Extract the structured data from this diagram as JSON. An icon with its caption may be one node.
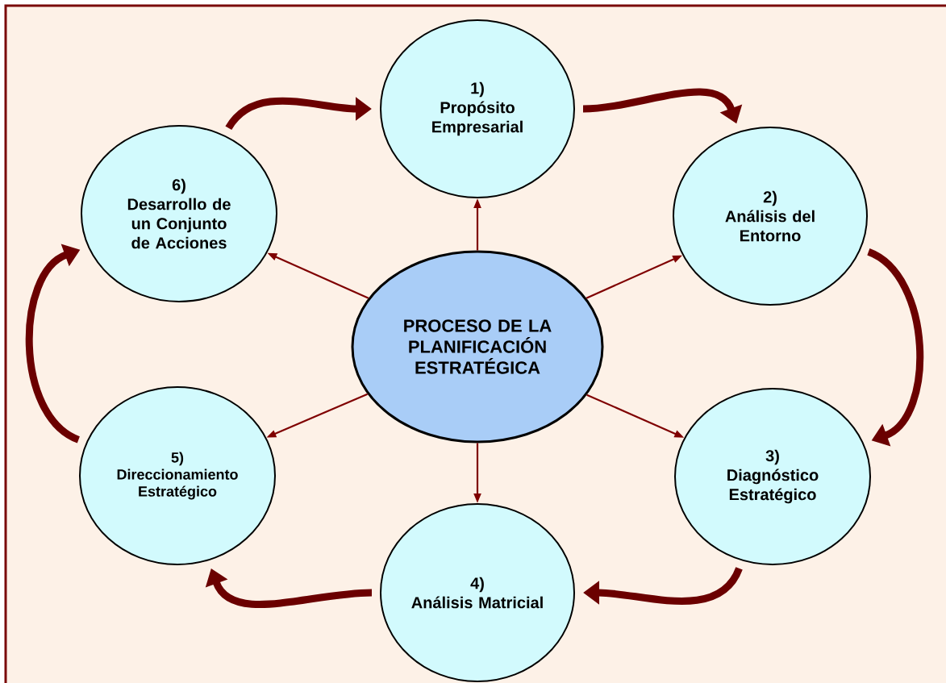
{
  "diagram": {
    "nodes": [
      {
        "text": [
          "PROCESO DE LA PLANIFICACIÓN ESTRATÉGICA"
        ]
      },
      {
        "text": [
          "1)",
          "Propósito Empresarial"
        ]
      },
      {
        "text": [
          "2)",
          "Análisis del Entorno"
        ]
      },
      {
        "text": [
          "3)",
          "Diagnóstico Estratégico"
        ]
      },
      {
        "text": [
          "4)",
          "Análisis Matricial"
        ]
      },
      {
        "text": [
          "5)",
          "Direccionamiento Estratégico"
        ]
      },
      {
        "text": [
          "6)",
          "Desarrollo de un Conjunto de Acciones"
        ]
      }
    ],
    "edges": [
      {
        "from": 0,
        "to": 1,
        "arrow": "to"
      },
      {
        "from": 0,
        "to": 2,
        "arrow": "to"
      },
      {
        "from": 0,
        "to": 3,
        "arrow": "to"
      },
      {
        "from": 0,
        "to": 4,
        "arrow": "to"
      },
      {
        "from": 0,
        "to": 5,
        "arrow": "to"
      },
      {
        "from": 0,
        "to": 6,
        "arrow": "to"
      },
      {
        "from": 6,
        "to": 1,
        "arrow": "to",
        "style": "thick"
      },
      {
        "from": 1,
        "to": 2,
        "arrow": "to",
        "style": "thick"
      },
      {
        "from": 2,
        "to": 3,
        "arrow": "to",
        "style": "thick"
      },
      {
        "from": 3,
        "to": 4,
        "arrow": "to",
        "style": "thick"
      },
      {
        "from": 4,
        "to": 5,
        "arrow": "to",
        "style": "thick"
      },
      {
        "from": 5,
        "to": 6,
        "arrow": "to",
        "style": "thick"
      }
    ]
  }
}
